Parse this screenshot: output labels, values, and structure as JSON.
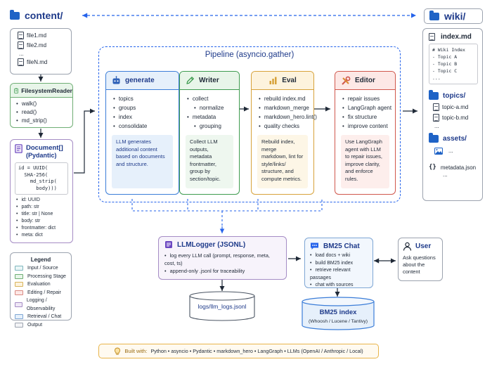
{
  "content": {
    "title": "content/",
    "files": [
      "file1.md",
      "file2.md",
      "...",
      "fileN.md"
    ]
  },
  "wiki": {
    "title": "wiki/",
    "index_file": "index.md",
    "index_preview": [
      "# Wiki Index",
      "- Topic A",
      "- Topic B",
      "- Topic C",
      "..."
    ],
    "topics_folder": "topics/",
    "topic_files": [
      "topic-a.md",
      "topic-b.md",
      "..."
    ],
    "assets_folder": "assets/",
    "assets_more": "...",
    "metadata_file": "metadata.json",
    "metadata_more": "..."
  },
  "reader": {
    "title": "FilesystemReader",
    "items": [
      "walk()",
      "read()",
      "md_strip()"
    ]
  },
  "document": {
    "title": "Document[]",
    "subtitle": "(Pydantic)",
    "code": "id = UUID(\n  SHA-256(\n    md_strip(\n      body)))",
    "fields": [
      "id: UUID",
      "path: str",
      "title: str | None",
      "body: str",
      "frontmatter: dict",
      "meta: dict"
    ]
  },
  "legend": {
    "title": "Legend",
    "items": [
      {
        "label": "Input / Source",
        "fill": "#eaf6f7",
        "border": "#7fb6bd"
      },
      {
        "label": "Processing Stage",
        "fill": "#e8f5e9",
        "border": "#6fae74"
      },
      {
        "label": "Evaluation",
        "fill": "#fdf3dd",
        "border": "#d8b35a"
      },
      {
        "label": "Editing / Repair",
        "fill": "#fde8e6",
        "border": "#d98a82"
      },
      {
        "label": "Logging / Observability",
        "fill": "#efe8f6",
        "border": "#a58cc5"
      },
      {
        "label": "Retrieval / Chat",
        "fill": "#e6f0fb",
        "border": "#7ea6d4"
      },
      {
        "label": "Output",
        "fill": "#f3f4f6",
        "border": "#9ca3af"
      }
    ]
  },
  "pipeline": {
    "title": "Pipeline (asyncio.gather)",
    "stages": [
      {
        "title": "generate",
        "items": [
          "topics",
          "groups",
          "index",
          "consolidate"
        ],
        "desc": "LLM generates additional content based on documents and structure."
      },
      {
        "title": "Writer",
        "items": [
          "collect",
          "normalize",
          "metadata",
          "grouping"
        ],
        "desc": "Collect LLM outputs, metadata frontmatter, group by section/topic."
      },
      {
        "title": "Eval",
        "items": [
          "rebuild index.md",
          "markdown_merge",
          "markdown_hero.lint()",
          "quality checks"
        ],
        "desc": "Rebuild index, merge markdown, lint for style/links/ structure, and compute metrics."
      },
      {
        "title": "Editor",
        "items": [
          "repair issues",
          "LangGraph agent",
          "fix structure",
          "improve content"
        ],
        "desc": "Use LangGraph agent with LLM to repair issues, improve clarity, and enforce rules."
      }
    ]
  },
  "logger": {
    "title": "LLMLogger (JSONL)",
    "items": [
      "log every LLM call (prompt, response, meta, cost, ts)",
      "append-only .jsonl for traceability"
    ],
    "file": "logs/llm_logs.jsonl"
  },
  "chat": {
    "title": "BM25 Chat",
    "items": [
      "load docs + wiki",
      "build BM25 index",
      "retrieve relevant passages",
      "chat with sources"
    ]
  },
  "user": {
    "title": "User",
    "desc": "Ask questions about the content"
  },
  "bm25": {
    "title": "BM25 index",
    "subtitle": "(Whoosh / Lucene / Tantivy)"
  },
  "footer": {
    "label": "Built with:",
    "text": "Python  •  asyncio  •  Pydantic  •  markdown_hero  •  LangGraph  •  LLMs  (OpenAI / Anthropic / Local)"
  },
  "colors": {
    "primary": "#1e3a8a",
    "generate": "#3b7dd8",
    "writer": "#3e9b4f",
    "eval": "#d7a23a",
    "editor": "#d0574c",
    "logger": "#8b6bb8",
    "chat": "#3b7dd8"
  }
}
